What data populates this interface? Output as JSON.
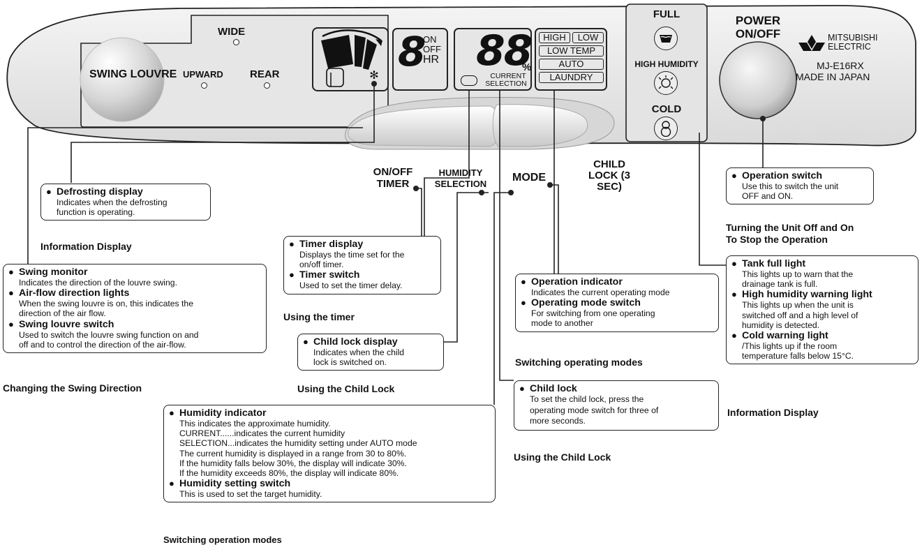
{
  "panel": {
    "swing_louvre": "SWING LOUVRE",
    "wide": "WIDE",
    "upward": "UPWARD",
    "rear": "REAR",
    "timer_digit": "8",
    "timer_on": "ON",
    "timer_off": "OFF",
    "timer_hr": "HR",
    "humidity_digits": "88",
    "percent": "%",
    "current": "CURRENT",
    "selection": "SELECTION",
    "modes": [
      "HIGH",
      "LOW",
      "LOW TEMP",
      "AUTO",
      "LAUNDRY"
    ],
    "on_off_timer": "ON/OFF TIMER",
    "humidity_selection": "HUMIDITY SELECTION",
    "mode": "MODE",
    "child_lock": "CHILD LOCK (3 SEC)",
    "full": "FULL",
    "high_humidity": "HIGH HUMIDITY",
    "cold": "COLD",
    "power": "POWER ON/OFF",
    "brand_line1": "MITSUBISHI",
    "brand_line2": "ELECTRIC",
    "model": "MJ-E16RX",
    "made_in": "MADE IN JAPAN"
  },
  "callouts": {
    "defrost": {
      "title": "Defrosting display",
      "desc": [
        "Indicates when the defrosting",
        "function is operating."
      ],
      "caption": "Information Display"
    },
    "swing": {
      "items": [
        {
          "title": "Swing monitor",
          "desc": [
            "Indicates the direction of the louvre swing."
          ]
        },
        {
          "title": "Air-flow direction lights",
          "desc": [
            "When the swing louvre is on, this indicates the",
            "direction of the air flow."
          ]
        },
        {
          "title": "Swing louvre switch",
          "desc": [
            "Used to switch the louvre swing function on and",
            "off and to control the direction of the air-flow."
          ]
        }
      ],
      "caption": "Changing the Swing Direction"
    },
    "timer": {
      "items": [
        {
          "title": "Timer display",
          "desc": [
            "Displays the time set for the",
            "on/off timer."
          ]
        },
        {
          "title": "Timer switch",
          "desc": [
            "Used to set the timer delay."
          ]
        }
      ],
      "caption": "Using the timer"
    },
    "childlock_display": {
      "title": "Child lock display",
      "desc": [
        "Indicates when the child",
        "lock is switched on."
      ],
      "caption": "Using the Child Lock"
    },
    "humidity": {
      "items": [
        {
          "title": "Humidity indicator",
          "desc": [
            "This indicates the approximate humidity.",
            "CURRENT......indicates the current humidity",
            "SELECTION...indicates the humidity setting under AUTO mode",
            "The current humidity is displayed in a range from 30 to 80%.",
            "If the humidity falls below 30%, the display will indicate 30%.",
            "If the humidity exceeds 80%, the display will indicate 80%."
          ]
        },
        {
          "title": "Humidity setting switch",
          "desc": [
            "This is used to set the target humidity."
          ]
        }
      ],
      "caption": "Switching operation modes"
    },
    "operation": {
      "items": [
        {
          "title": "Operation indicator",
          "desc": [
            "Indicates the current operating mode"
          ]
        },
        {
          "title": "Operating mode switch",
          "desc": [
            "For switching from one operating",
            "mode to another"
          ]
        }
      ],
      "caption": "Switching operating modes"
    },
    "childlock": {
      "title": "Child lock",
      "desc": [
        "To set the child lock, press the",
        "operating mode switch for three of",
        "more seconds."
      ],
      "caption": "Using the Child Lock"
    },
    "power": {
      "title": "Operation switch",
      "desc": [
        "Use this to switch the unit",
        "OFF and ON."
      ],
      "caption1": "Turning the Unit Off and On",
      "caption2": "To Stop the Operation"
    },
    "tank": {
      "items": [
        {
          "title": "Tank full light",
          "desc": [
            "This lights up to warn that the",
            "drainage tank is full."
          ]
        },
        {
          "title": "High humidity warning light",
          "desc": [
            "This lights up when the unit is",
            "switched off and a high level of",
            "humidity is detected."
          ]
        },
        {
          "title": "Cold warning light",
          "desc": [
            "/This lights up if the room",
            "temperature falls below 15°C."
          ]
        }
      ],
      "caption": "Information Display"
    }
  }
}
